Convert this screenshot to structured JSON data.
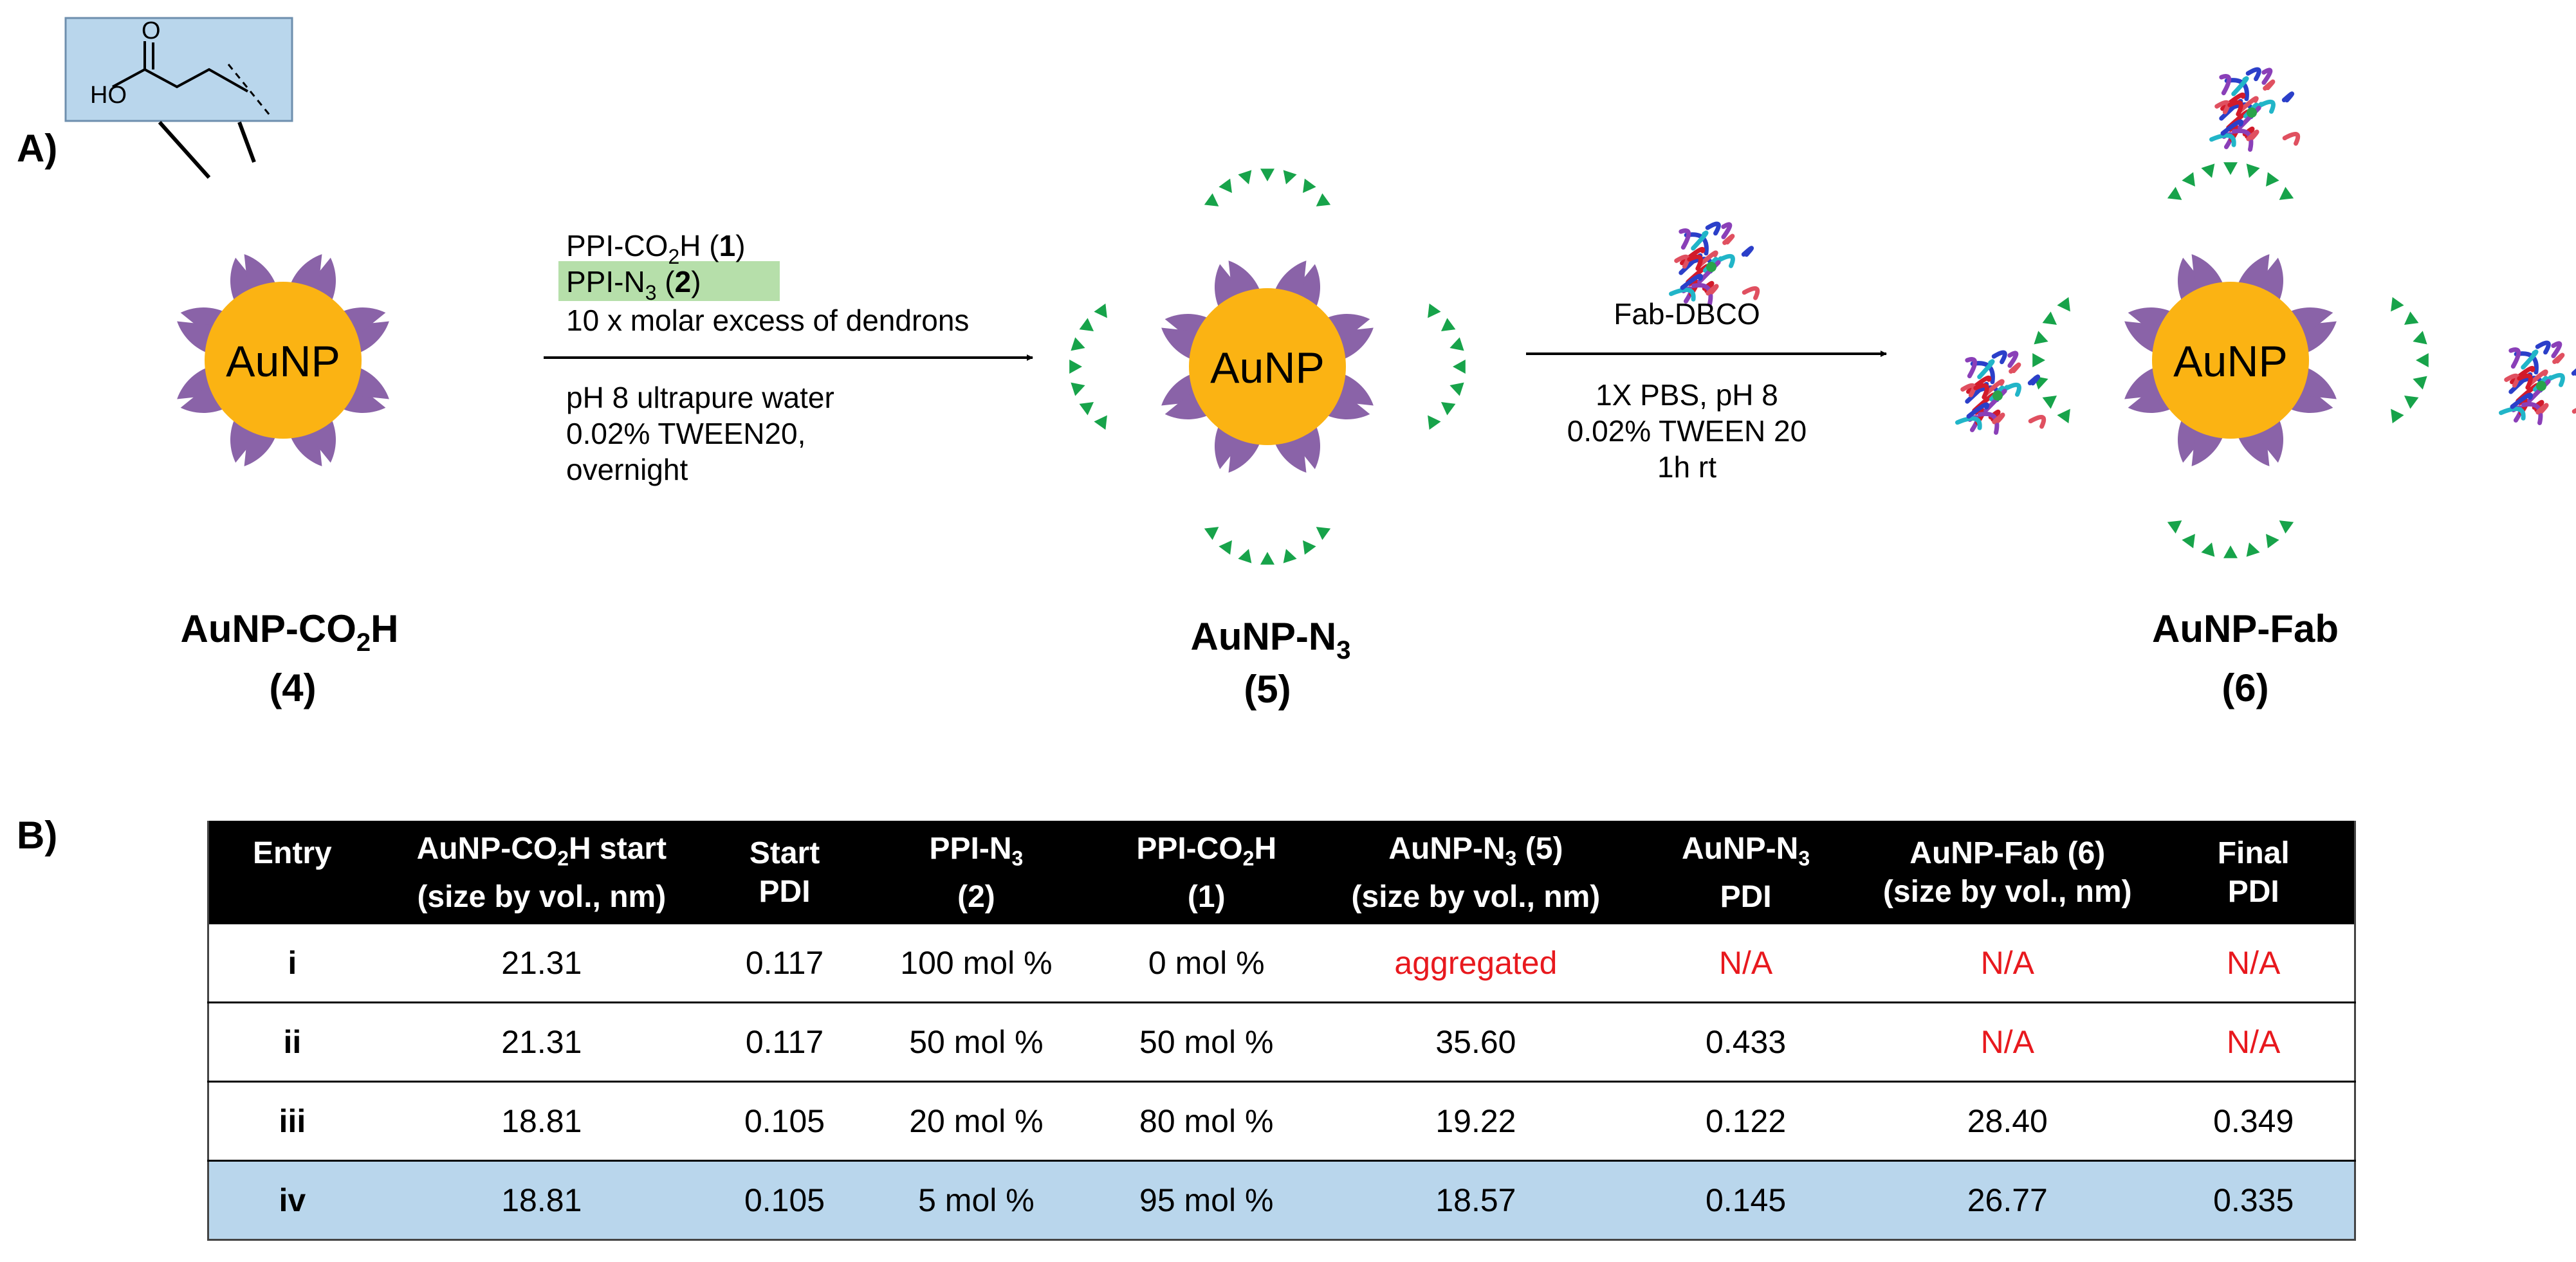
{
  "panel_labels": {
    "a": "A)",
    "b": "B)"
  },
  "inset": {
    "ho": "HO",
    "o": "O"
  },
  "core_label": "AuNP",
  "compounds": [
    {
      "name_pre": "AuNP-CO",
      "name_sub": "2",
      "name_post": "H",
      "number": "(4)"
    },
    {
      "name_pre": "AuNP-N",
      "name_sub": "3",
      "name_post": "",
      "number": "(5)"
    },
    {
      "name_pre": "AuNP-Fab",
      "name_sub": "",
      "name_post": "",
      "number": "(6)"
    }
  ],
  "step1": {
    "reagent1_pre": "PPI-CO",
    "reagent1_sub": "2",
    "reagent1_mid": "H (",
    "reagent1_bold": "1",
    "reagent1_post": ")",
    "reagent2_pre": "PPI-N",
    "reagent2_sub": "3",
    "reagent2_mid": " (",
    "reagent2_bold": "2",
    "reagent2_post": ")",
    "line3": "10 x molar excess of dendrons",
    "line4": "pH 8 ultrapure water",
    "line5": "0.02% TWEEN20,",
    "line6": "overnight"
  },
  "step2": {
    "reagent": "Fab-DBCO",
    "line2": "1X PBS, pH 8",
    "line3": "0.02% TWEEN 20",
    "line4": "1h rt"
  },
  "colors": {
    "dendron": "#8a63a8",
    "core": "#fbb313",
    "azide": "#17a34a",
    "inset_bg": "#b9d6ec",
    "highlight": "#b6dfaa",
    "red_text": "#e8191e",
    "row_highlight": "#b9d6ec"
  },
  "table": {
    "headers": [
      {
        "l1": "Entry",
        "l2": ""
      },
      {
        "l1_pre": "AuNP-CO",
        "l1_sub": "2",
        "l1_post": "H start",
        "l2": "(size by vol., nm)"
      },
      {
        "l1": "Start",
        "l2": "PDI"
      },
      {
        "l1_pre": "PPI-N",
        "l1_sub": "3",
        "l1_post": "",
        "l2": "(2)"
      },
      {
        "l1_pre": "PPI-CO",
        "l1_sub": "2",
        "l1_post": "H",
        "l2": "(1)"
      },
      {
        "l1_pre": "AuNP-N",
        "l1_sub": "3",
        "l1_post": " (5)",
        "l2": "(size by vol., nm)"
      },
      {
        "l1_pre": "AuNP-N",
        "l1_sub": "3",
        "l1_post": "",
        "l2": "PDI"
      },
      {
        "l1": "AuNP-Fab (6)",
        "l2": "(size by vol., nm)"
      },
      {
        "l1": "Final",
        "l2": "PDI"
      }
    ],
    "rows": [
      [
        "i",
        "21.31",
        "0.117",
        "100 mol %",
        "0 mol %",
        "aggregated",
        "N/A",
        "N/A",
        "N/A"
      ],
      [
        "ii",
        "21.31",
        "0.117",
        "50 mol %",
        "50 mol %",
        "35.60",
        "0.433",
        "N/A",
        "N/A"
      ],
      [
        "iii",
        "18.81",
        "0.105",
        "20 mol %",
        "80 mol %",
        "19.22",
        "0.122",
        "28.40",
        "0.349"
      ],
      [
        "iv",
        "18.81",
        "0.105",
        "5 mol %",
        "95 mol %",
        "18.57",
        "0.145",
        "26.77",
        "0.335"
      ]
    ],
    "red_cells": [
      [
        0,
        5
      ],
      [
        0,
        6
      ],
      [
        0,
        7
      ],
      [
        0,
        8
      ],
      [
        1,
        7
      ],
      [
        1,
        8
      ]
    ],
    "highlight_row": 3
  }
}
